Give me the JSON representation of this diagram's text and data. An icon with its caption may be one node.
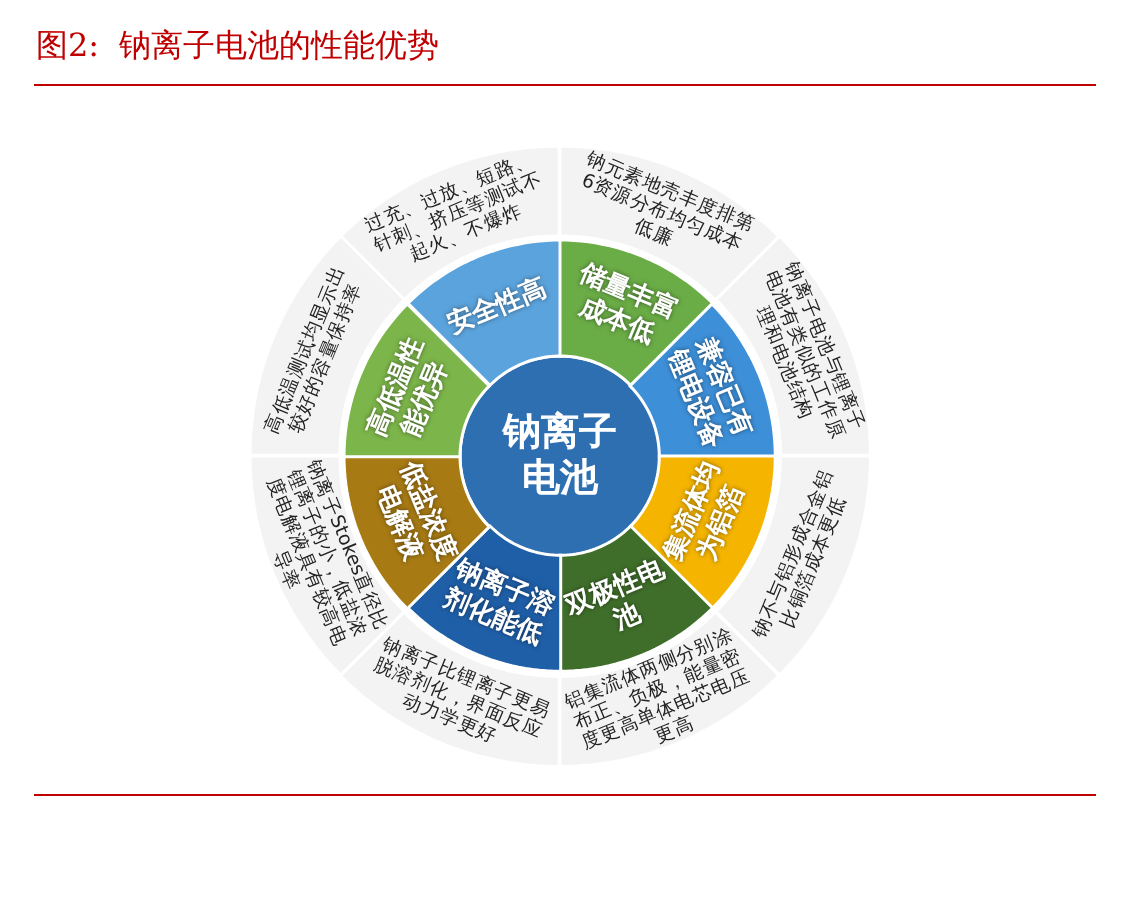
{
  "diagram": {
    "title": "图2:  钠离子电池的性能优势",
    "nodes": [
      {
        "text": [
          "钠离子电池"
        ]
      },
      {
        "text": [
          "安全性高"
        ]
      },
      {
        "text": [
          "储量丰富成本低"
        ]
      },
      {
        "text": [
          "兼容已有锂电设备"
        ]
      },
      {
        "text": [
          "集流体均为铝箔"
        ]
      },
      {
        "text": [
          "双极性电池"
        ]
      },
      {
        "text": [
          "钠离子溶剂化能低"
        ]
      },
      {
        "text": [
          "低盐浓度电解液"
        ]
      },
      {
        "text": [
          "高低温性能优异"
        ]
      },
      {
        "text": [
          "过充、过放、短路、针刺、挤压等测试不起火、不爆炸"
        ]
      },
      {
        "text": [
          "钠元素地壳丰度排第6资源分布均匀成本低廉"
        ]
      },
      {
        "text": [
          "钠离子电池与锂离子电池有类似的工作原理和电池结构"
        ]
      },
      {
        "text": [
          "钠不与铝形成合金铝比铜箔成本更低"
        ]
      },
      {
        "text": [
          "铝集流体两侧分别涂布正、负极，能量密度更高单体电芯电压更高"
        ]
      },
      {
        "text": [
          "钠离子比锂离子更易脱溶剂化，界面反应动力学更好"
        ]
      },
      {
        "text": [
          "钠离子Stokes直径比锂离子的小，低盐浓度电解液具有较高电导率"
        ]
      },
      {
        "text": [
          "高低温测试均显示出较好的容量保持率"
        ]
      }
    ]
  }
}
